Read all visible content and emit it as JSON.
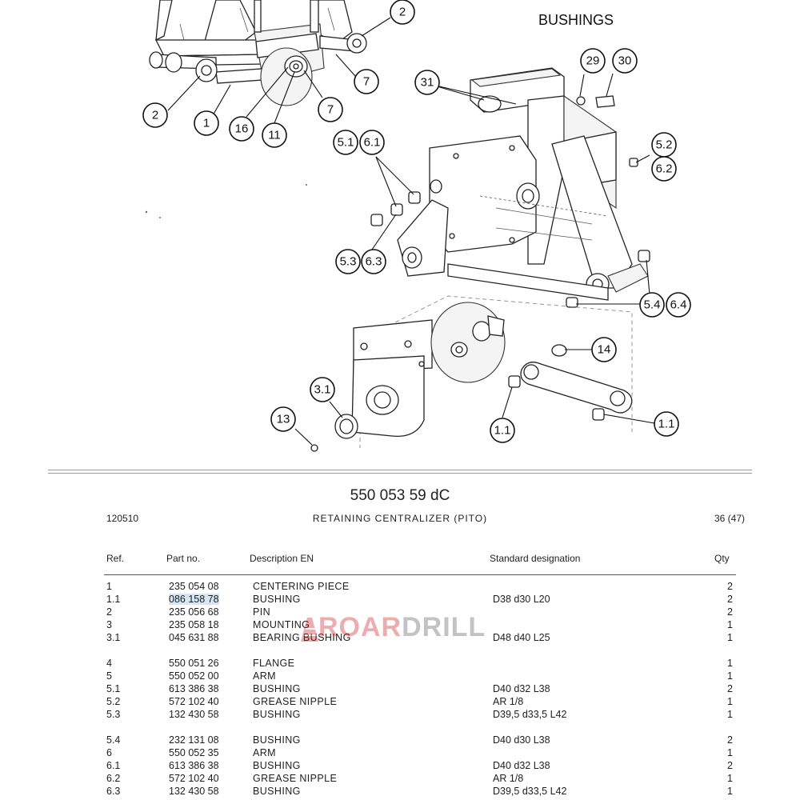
{
  "diagram": {
    "title": "BUSHINGS",
    "callouts": [
      "2",
      "2",
      "7",
      "7",
      "1",
      "16",
      "11",
      "29",
      "30",
      "31",
      "5.1",
      "6.1",
      "5.2",
      "6.2",
      "5.3",
      "6.3",
      "5.4",
      "6.4",
      "14",
      "3.1",
      "13",
      "1.1",
      "1.1"
    ]
  },
  "document": {
    "number": "550 053 59 dC",
    "date_code": "120510",
    "title": "RETAINING CENTRALIZER (PITO)",
    "page": "36 (47)"
  },
  "table": {
    "headers": {
      "ref": "Ref.",
      "part_no": "Part no.",
      "description": "Description EN",
      "standard": "Standard designation",
      "qty": "Qty"
    },
    "rows": [
      {
        "ref": "1",
        "part_no": "235 054 08",
        "description": "CENTERING PIECE",
        "standard": "",
        "qty": "2"
      },
      {
        "ref": "1.1",
        "part_no": "086 158 78",
        "description": "BUSHING",
        "standard": "D38 d30 L20",
        "qty": "2"
      },
      {
        "ref": "2",
        "part_no": "235 056 68",
        "description": "PIN",
        "standard": "",
        "qty": "2"
      },
      {
        "ref": "3",
        "part_no": "235 058 18",
        "description": "MOUNTING",
        "standard": "",
        "qty": "1"
      },
      {
        "ref": "3.1",
        "part_no": "045 631 88",
        "description": "BEARING BUSHING",
        "standard": "D48 d40 L25",
        "qty": "1"
      },
      {
        "ref": "4",
        "part_no": "550 051 26",
        "description": "FLANGE",
        "standard": "",
        "qty": "1"
      },
      {
        "ref": "5",
        "part_no": "550 052 00",
        "description": "ARM",
        "standard": "",
        "qty": "1"
      },
      {
        "ref": "5.1",
        "part_no": "613 386 38",
        "description": "BUSHING",
        "standard": "D40 d32 L38",
        "qty": "2"
      },
      {
        "ref": "5.2",
        "part_no": "572 102 40",
        "description": "GREASE NIPPLE",
        "standard": "AR 1/8",
        "qty": "1"
      },
      {
        "ref": "5.3",
        "part_no": "132 430 58",
        "description": "BUSHING",
        "standard": "D39,5 d33,5 L42",
        "qty": "1"
      },
      {
        "ref": "5.4",
        "part_no": "232 131 08",
        "description": "BUSHING",
        "standard": "D40 d30 L38",
        "qty": "2"
      },
      {
        "ref": "6",
        "part_no": "550 052 35",
        "description": "ARM",
        "standard": "",
        "qty": "1"
      },
      {
        "ref": "6.1",
        "part_no": "613 386 38",
        "description": "BUSHING",
        "standard": "D40 d32 L38",
        "qty": "2"
      },
      {
        "ref": "6.2",
        "part_no": "572 102 40",
        "description": "GREASE NIPPLE",
        "standard": "AR 1/8",
        "qty": "1"
      },
      {
        "ref": "6.3",
        "part_no": "132 430 58",
        "description": "BUSHING",
        "standard": "D39,5 d33,5 L42",
        "qty": "1"
      }
    ]
  },
  "watermark": {
    "brand_a": "ROAR",
    "brand_b": "DRILL",
    "color_a": "#c9161d",
    "color_b": "#555555"
  },
  "colors": {
    "highlight": "#d6e6f7",
    "ink": "#1a1a1a"
  }
}
